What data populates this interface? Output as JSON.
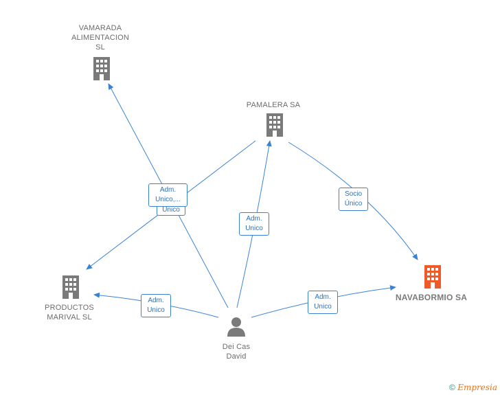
{
  "nodes": {
    "vamarada": {
      "label": "VAMARADA\nALIMENTACION\nSL"
    },
    "pamalera": {
      "label": "PAMALERA SA"
    },
    "productos": {
      "label": "PRODUCTOS\nMARIVAL  SL"
    },
    "navabormio": {
      "label": "NAVABORMIO SA"
    },
    "person": {
      "label": "Dei Cas\nDavid"
    }
  },
  "edges": {
    "e1": {
      "label": "Adm.\nUnico,..."
    },
    "e1b": {
      "label": "Unico"
    },
    "e2": {
      "label": "Adm.\nUnico"
    },
    "e3": {
      "label": "Socio\nÚnico"
    },
    "e4": {
      "label": "Adm.\nUnico"
    },
    "e5": {
      "label": "Adm.\nUnico"
    }
  },
  "footer": {
    "copyright": "©",
    "brand": "Empresia"
  },
  "colors": {
    "edge": "#3a83d4",
    "building": "#7a7a7a",
    "building_main": "#f05a28"
  }
}
